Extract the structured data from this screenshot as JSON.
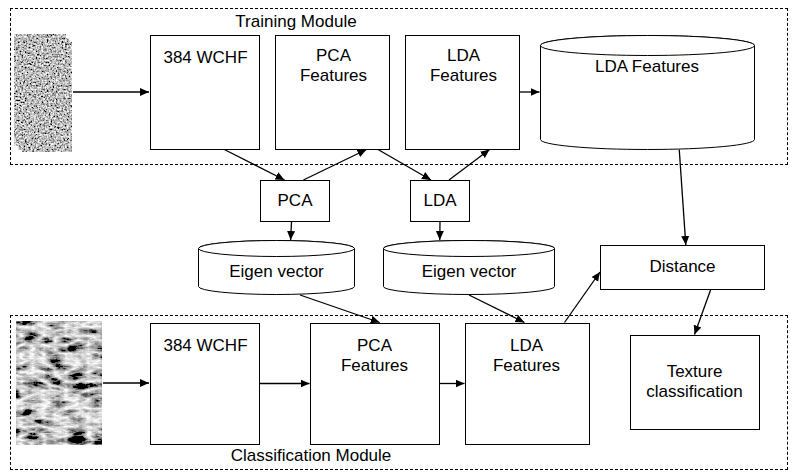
{
  "diagram": {
    "nodes": [
      {
        "text": [
          "Training Module"
        ]
      },
      {
        "text": [
          "384 WCHF"
        ],
        "in": 0
      },
      {
        "text": [
          "PCA Features"
        ],
        "in": 0
      },
      {
        "text": [
          "LDA Features"
        ],
        "in": 0
      },
      {
        "text": [
          "LDA Features"
        ],
        "in": 0
      },
      {
        "text": [
          "PCA"
        ]
      },
      {
        "text": [
          "Eigen vector"
        ]
      },
      {
        "text": [
          "LDA"
        ]
      },
      {
        "text": [
          "Eigen vector"
        ]
      },
      {
        "text": [
          "Distance"
        ]
      },
      {
        "text": [
          "Classification Module"
        ]
      },
      {
        "text": [
          "384 WCHF"
        ],
        "in": 10
      },
      {
        "text": [
          "PCA Features"
        ],
        "in": 10
      },
      {
        "text": [
          "LDA Features"
        ],
        "in": 10
      },
      {
        "text": [
          "Texture classification"
        ],
        "in": 10
      }
    ],
    "edges": [
      {
        "from": 1,
        "to": 5,
        "arrow": "to"
      },
      {
        "from": 5,
        "to": 2,
        "arrow": "to"
      },
      {
        "from": 2,
        "to": 7,
        "arrow": "to"
      },
      {
        "from": 7,
        "to": 3,
        "arrow": "to"
      },
      {
        "from": 5,
        "to": 6,
        "arrow": "to"
      },
      {
        "from": 7,
        "to": 8,
        "arrow": "to"
      },
      {
        "from": 3,
        "to": 4,
        "arrow": "to"
      },
      {
        "from": 4,
        "to": 9,
        "arrow": "to"
      },
      {
        "from": 6,
        "to": 12,
        "arrow": "to"
      },
      {
        "from": 8,
        "to": 13,
        "arrow": "to"
      },
      {
        "from": 13,
        "to": 9,
        "arrow": "to"
      },
      {
        "from": 9,
        "to": 14,
        "arrow": "to"
      },
      {
        "from": 11,
        "to": 12,
        "arrow": "to"
      },
      {
        "from": 12,
        "to": 13,
        "arrow": "to"
      }
    ]
  }
}
